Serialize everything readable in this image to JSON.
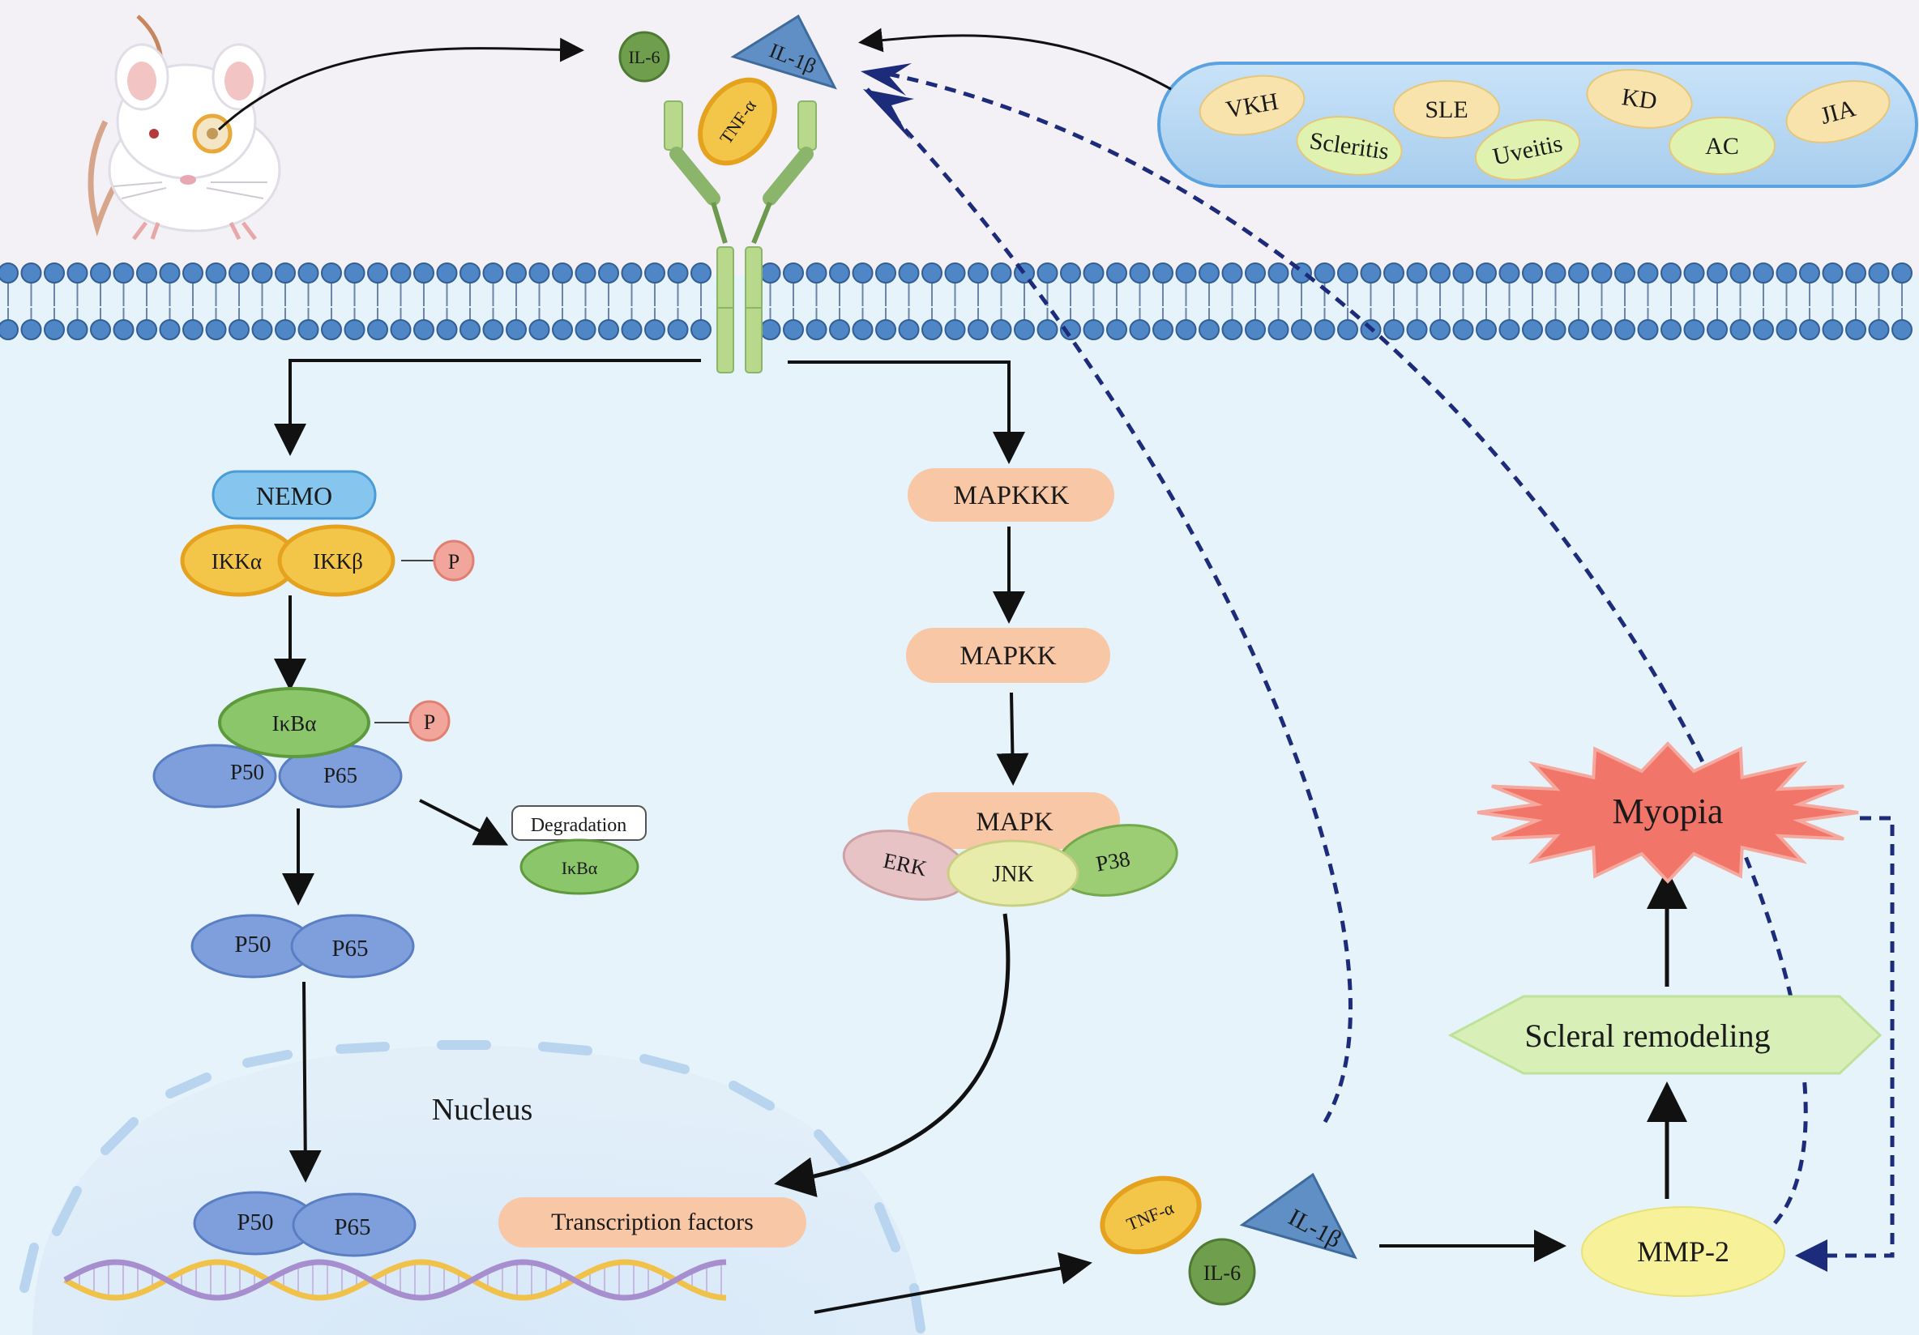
{
  "cytokines_top": {
    "il6": "IL-6",
    "il1b": "IL-1β",
    "tnfa": "TNF-α"
  },
  "diseases": [
    "VKH",
    "Scleritis",
    "SLE",
    "Uveitis",
    "KD",
    "AC",
    "JIA"
  ],
  "nfkb_path": {
    "nemo": "NEMO",
    "ikka": "IKKα",
    "ikkb": "IKKβ",
    "phospho": "P",
    "ikba": "IκBα",
    "p50": "P50",
    "p65": "P65",
    "degradation": "Degradation",
    "ikba_degraded": "IκBα"
  },
  "mapk_path": {
    "mapkkk": "MAPKKK",
    "mapkk": "MAPKK",
    "mapk": "MAPK",
    "erk": "ERK",
    "jnk": "JNK",
    "p38": "P38"
  },
  "nucleus": {
    "label": "Nucleus",
    "p50": "P50",
    "p65": "P65",
    "transcription_factors": "Transcription factors"
  },
  "outputs": {
    "tnfa": "TNF-α",
    "il1b": "IL-1β",
    "il6": "IL-6",
    "mmp2": "MMP-2",
    "scleral_remodeling": "Scleral remodeling",
    "myopia": "Myopia"
  },
  "colors": {
    "extracellular": "#f3f1f6",
    "cytoplasm": "#e7f3fb",
    "membrane_head": "#4f86c6",
    "dashed_arrow": "#1c2b7a",
    "ikk": "#f3c64a",
    "ikba": "#8cc66b",
    "p50_p65": "#7e9fdc",
    "mapk_box": "#f8c7a6",
    "myopia": "#f2756a",
    "scleral": "#d8f0b8",
    "mmp2": "#f7f29a"
  }
}
